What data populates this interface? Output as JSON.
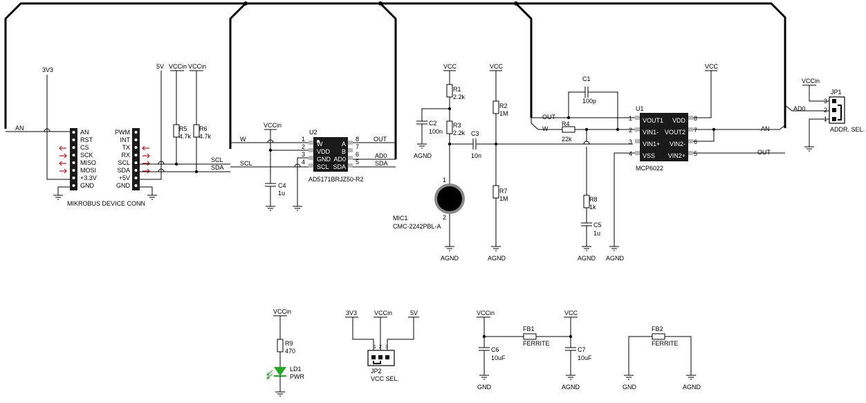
{
  "title": "",
  "connector": {
    "name": "MIKROBUS DEVICE CONN",
    "left_pins": [
      "AN",
      "RST",
      "CS",
      "SCK",
      "MISO",
      "MOSI",
      "+3.3V",
      "GND"
    ],
    "right_pins": [
      "PWM",
      "INT",
      "TX",
      "RX",
      "SCL",
      "SDA",
      "+5V",
      "GND"
    ]
  },
  "nets": {
    "v3v3": "3V3",
    "v5": "5V",
    "vccin": "VCCin",
    "vcc": "VCC",
    "gnd": "GND",
    "agnd": "AGND",
    "an": "AN",
    "scl": "SCL",
    "sda": "SDA",
    "w": "W",
    "out": "OUT",
    "ad0": "AD0"
  },
  "u2": {
    "ref": "U2",
    "part": "AD5171BRJZ50-R2",
    "left_pins": [
      {
        "num": "1",
        "name": "W"
      },
      {
        "num": "2",
        "name": "VDD"
      },
      {
        "num": "3",
        "name": "GND"
      },
      {
        "num": "4",
        "name": "SCL"
      }
    ],
    "right_pins": [
      {
        "num": "8",
        "name": "A"
      },
      {
        "num": "7",
        "name": "B"
      },
      {
        "num": "6",
        "name": "AD0"
      },
      {
        "num": "5",
        "name": "SDA"
      }
    ]
  },
  "u1": {
    "ref": "U1",
    "part": "MCP6022",
    "left_pins": [
      {
        "num": "1",
        "name": "VOUT1"
      },
      {
        "num": "2",
        "name": "VIN1-"
      },
      {
        "num": "3",
        "name": "VIN1+"
      },
      {
        "num": "4",
        "name": "VSS"
      }
    ],
    "right_pins": [
      {
        "num": "8",
        "name": "VDD"
      },
      {
        "num": "7",
        "name": "VOUT2"
      },
      {
        "num": "6",
        "name": "VIN2-"
      },
      {
        "num": "5",
        "name": "VIN2+"
      }
    ]
  },
  "resistors": {
    "r1": {
      "ref": "R1",
      "value": "2.2k"
    },
    "r2": {
      "ref": "R2",
      "value": "1M"
    },
    "r3": {
      "ref": "R3",
      "value": "2.2k"
    },
    "r4": {
      "ref": "R4",
      "value": "22k"
    },
    "r5": {
      "ref": "R5",
      "value": "4.7k"
    },
    "r6": {
      "ref": "R6",
      "value": "4.7k"
    },
    "r7": {
      "ref": "R7",
      "value": "1M"
    },
    "r8": {
      "ref": "R8",
      "value": "1k"
    },
    "r9": {
      "ref": "R9",
      "value": "470"
    }
  },
  "capacitors": {
    "c1": {
      "ref": "C1",
      "value": "100p"
    },
    "c2": {
      "ref": "C2",
      "value": "100n"
    },
    "c3": {
      "ref": "C3",
      "value": "10n"
    },
    "c4": {
      "ref": "C4",
      "value": "1u"
    },
    "c5": {
      "ref": "C5",
      "value": "1u"
    },
    "c6": {
      "ref": "C6",
      "value": "10uF"
    },
    "c7": {
      "ref": "C7",
      "value": "10uF"
    }
  },
  "mic": {
    "ref": "MIC1",
    "part": "CMC-2242PBL-A",
    "pin1": "1",
    "pin2": "2"
  },
  "led": {
    "ref": "LD1",
    "label": "PWR"
  },
  "ferrites": {
    "fb1": {
      "ref": "FB1",
      "value": "FERRITE"
    },
    "fb2": {
      "ref": "FB2",
      "value": "FERRITE"
    }
  },
  "jumpers": {
    "jp1": {
      "ref": "JP1",
      "label": "ADDR. SEL.",
      "pins": [
        "3",
        "2",
        "1"
      ]
    },
    "jp2": {
      "ref": "JP2",
      "label": "VCC SEL.",
      "pins": [
        "1",
        "2",
        "3"
      ]
    }
  },
  "colors": {
    "wire": "#000000",
    "chip": "#1a1a1a",
    "pin": "#b8b8b8",
    "arrow": "#d0101a",
    "led": "#22aa22"
  }
}
